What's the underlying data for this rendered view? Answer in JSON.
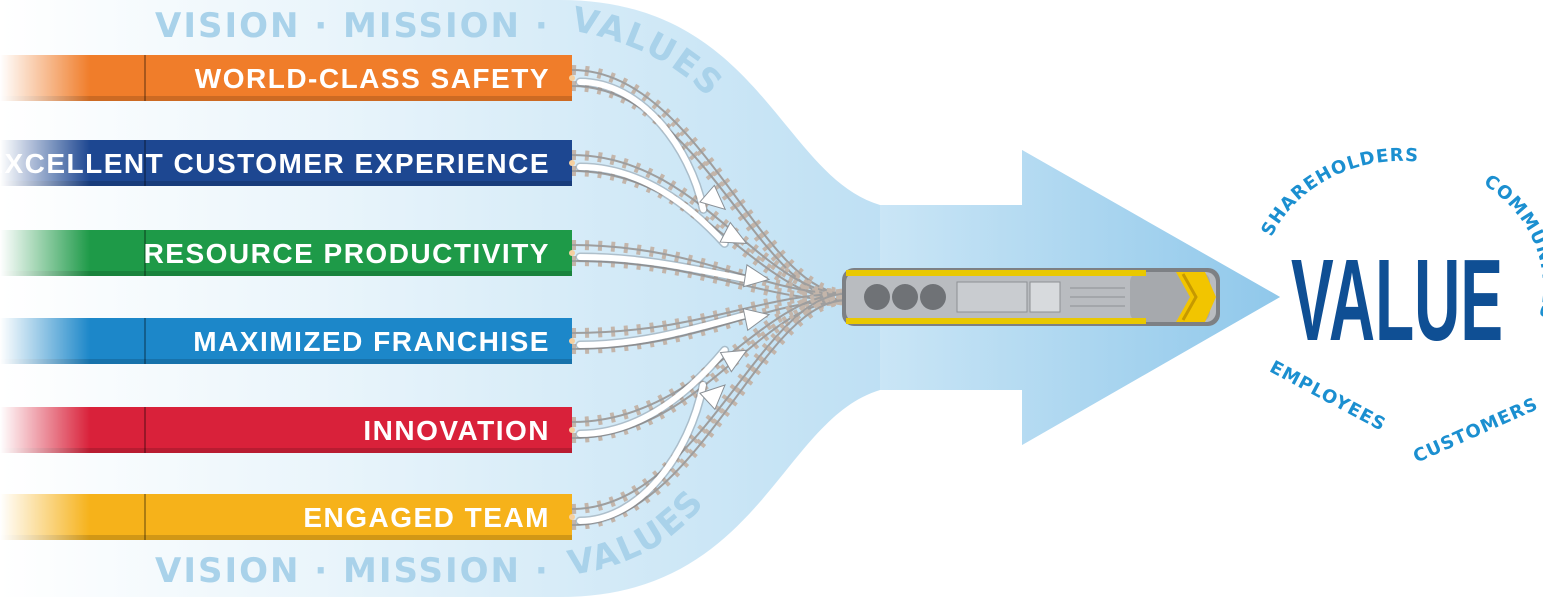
{
  "banner": {
    "top_left": "VISION · MISSION ·",
    "top_curve": "VALUES",
    "bottom_left": "VISION · MISSION ·",
    "bottom_curve": "VALUES"
  },
  "pillars": [
    {
      "label": "WORLD-CLASS SAFETY",
      "color": "#f07d2a"
    },
    {
      "label": "EXCELLENT CUSTOMER EXPERIENCE",
      "color": "#1d4791"
    },
    {
      "label": "RESOURCE PRODUCTIVITY",
      "color": "#1e9a48"
    },
    {
      "label": "MAXIMIZED FRANCHISE",
      "color": "#1c87c9"
    },
    {
      "label": "INNOVATION",
      "color": "#d9213a"
    },
    {
      "label": "ENGAGED TEAM",
      "color": "#f6b21a"
    }
  ],
  "outcome": {
    "value": "VALUE",
    "stakeholders": [
      "SHAREHOLDERS",
      "COMMUNITIES",
      "CUSTOMERS",
      "EMPLOYEES"
    ],
    "value_color": "#0f4f94",
    "ring_color": "#1b8fd0"
  },
  "colors": {
    "flow": "#a7d4ee",
    "track_rail": "#9e9e9e",
    "track_tie": "#c3b5aa",
    "locomotive_body": "#b9bcc0",
    "locomotive_stripe": "#f2c500"
  }
}
